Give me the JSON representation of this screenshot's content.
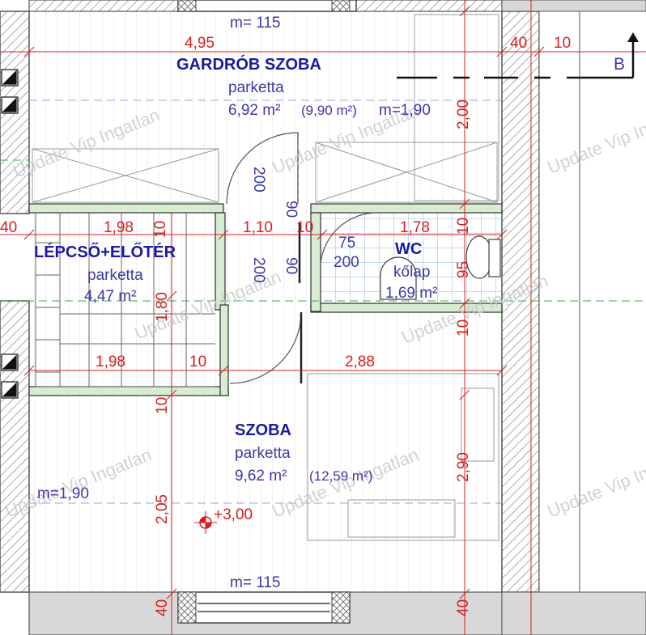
{
  "rooms": {
    "gardrob": {
      "name": "GARDRÓB SZOBA",
      "floor": "parketta",
      "area": "6,92 m²",
      "area_gross": "(9,90 m²)",
      "height": "m=1,90"
    },
    "lepcso": {
      "name": "LÉPCSŐ+ELŐTÉR",
      "floor": "parketta",
      "area": "4,47 m²"
    },
    "wc": {
      "name": "WC",
      "floor": "kőlap",
      "area": "1,69 m²"
    },
    "szoba": {
      "name": "SZOBA",
      "floor": "parketta",
      "area": "9,62 m²",
      "area_gross": "(12,59 m²)",
      "height": "m=1,90"
    }
  },
  "windows": {
    "top": "m= 115",
    "bottom": "m= 115"
  },
  "doors": {
    "gardrob": {
      "w": "90",
      "h": "200"
    },
    "szoba": {
      "w": "90",
      "h": "200"
    },
    "wc": {
      "w": "75",
      "h": "200"
    }
  },
  "dimensions": {
    "d_495": "4,95",
    "d_40_top": "40",
    "d_10_top": "10",
    "d_200_v": "2,00",
    "d_40_left": "40",
    "d_198_top": "1,98",
    "d_10_a": "10",
    "d_110": "1,10",
    "d_10_b": "10",
    "d_178": "1,78",
    "d_10_c": "10",
    "d_95": "95",
    "d_180": "1,80",
    "d_10_d": "10",
    "d_198_bot": "1,98",
    "d_10_e": "10",
    "d_288": "2,88",
    "d_10_f": "10",
    "d_290": "2,90",
    "d_205": "2,05",
    "d_40_bl": "40",
    "d_40_br": "40"
  },
  "level": "+3,00",
  "section_mark": "B",
  "watermark": "Update Vip Ingatlan",
  "colors": {
    "dim": "#d42020",
    "blue": "#3a3aa8",
    "wall": "#555555",
    "green": "#2e9e2e"
  }
}
